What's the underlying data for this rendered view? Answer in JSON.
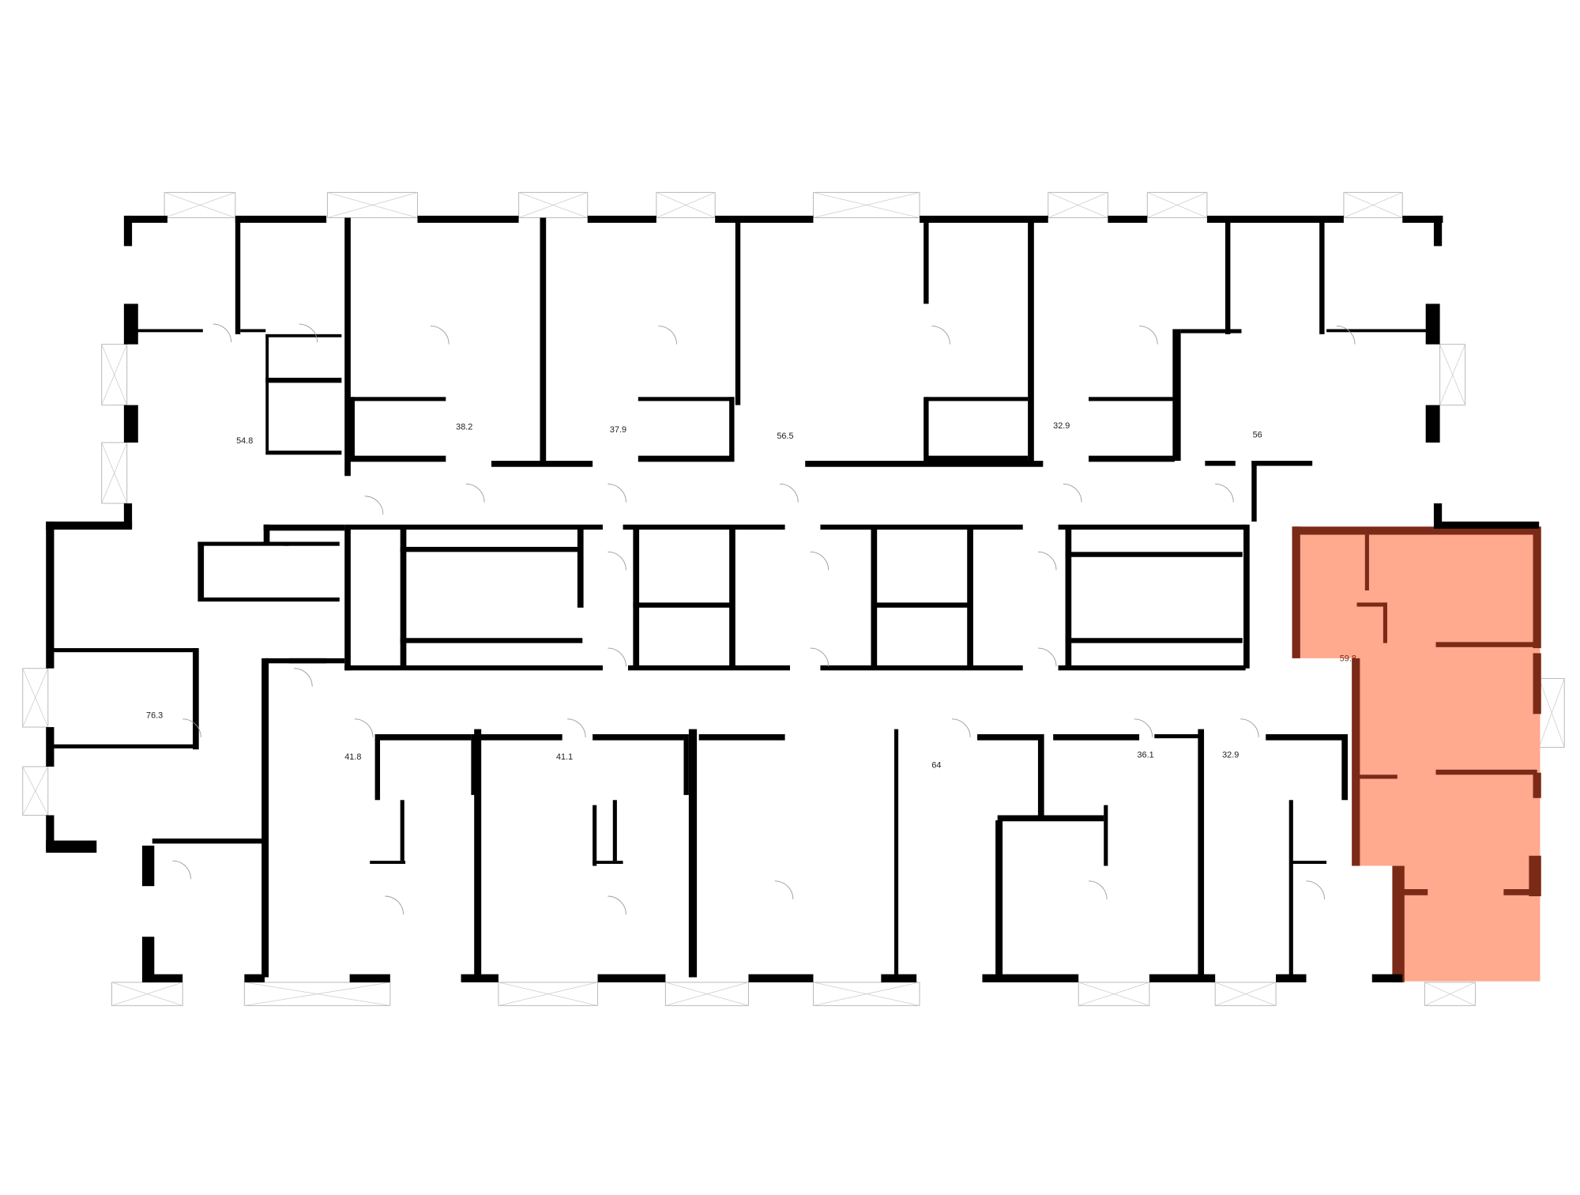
{
  "plan": {
    "highlight_color": "#ffa98f",
    "highlight_wall_color": "#7b2a17",
    "wall_color": "#000000",
    "selected_apartment": "59.8",
    "apartments": [
      {
        "area": "54.8"
      },
      {
        "area": "38.2"
      },
      {
        "area": "37.9"
      },
      {
        "area": "56.5"
      },
      {
        "area": "32.9"
      },
      {
        "area": "56"
      },
      {
        "area": "59.8"
      },
      {
        "area": "76.3"
      },
      {
        "area": "41.8"
      },
      {
        "area": "41.1"
      },
      {
        "area": "64"
      },
      {
        "area": "36.1"
      },
      {
        "area": "32.9"
      }
    ]
  }
}
